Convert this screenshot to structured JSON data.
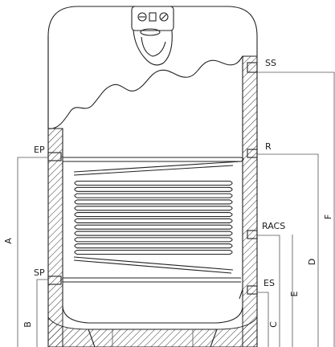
{
  "labels": {
    "ss": "SS",
    "ep": "EP",
    "r": "R",
    "racs": "RACS",
    "sp": "SP",
    "es": "ES",
    "a": "A",
    "b": "B",
    "c": "C",
    "d": "D",
    "e": "E",
    "f": "F"
  },
  "colors": {
    "line": "#222222",
    "dim_line": "#777777",
    "hatch": "#333333",
    "background": "#ffffff"
  },
  "control_panel": {
    "icons": [
      "dial-icon",
      "switch-icon",
      "dial-icon"
    ]
  },
  "coil": {
    "turns": 12
  }
}
